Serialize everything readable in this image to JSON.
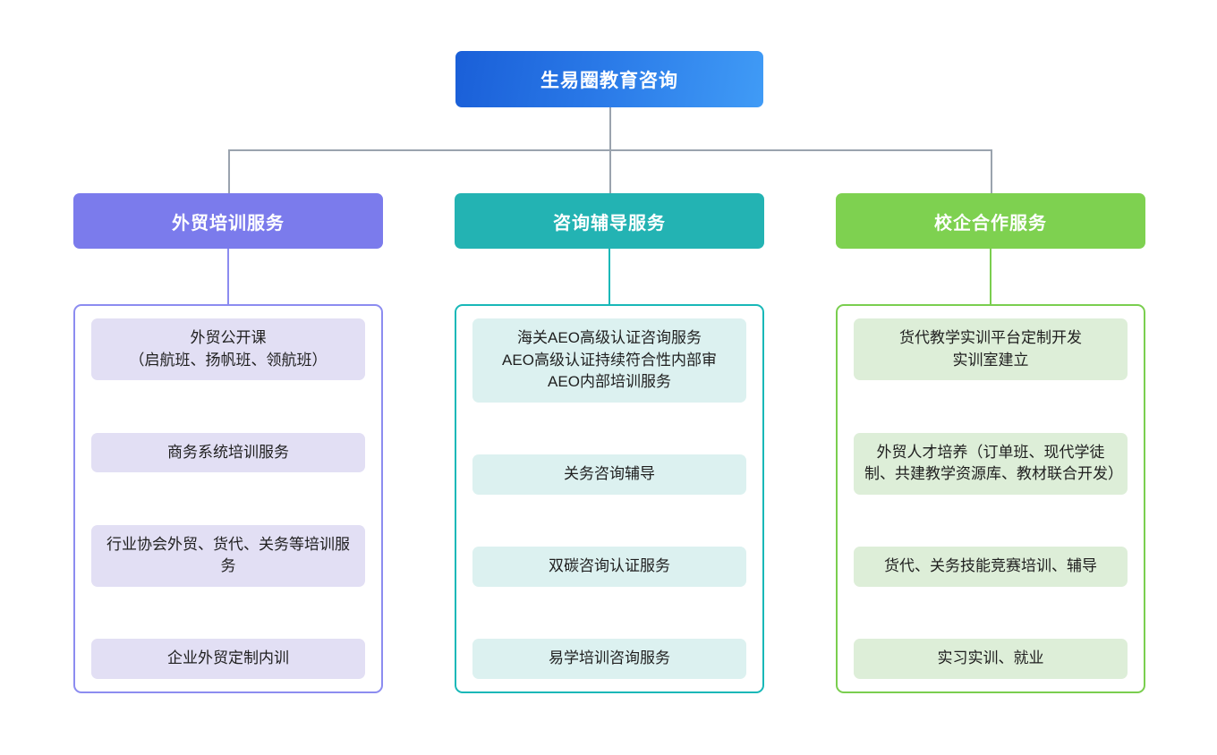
{
  "diagram": {
    "type": "organizational-tree",
    "root": {
      "label": "生易圈教育咨询",
      "color": "#2a7ae8",
      "gradient_from": "#1a5fd8",
      "gradient_to": "#409bf6"
    },
    "branches": [
      {
        "label": "外贸培训服务",
        "header_color": "#7b7bec",
        "border_color": "#8c8cf0",
        "card_color": "#e2dff4",
        "items": [
          "外贸公开课\n（启航班、扬帆班、领航班）",
          "商务系统培训服务",
          "行业协会外贸、货代、关务等培训服务",
          "企业外贸定制内训"
        ]
      },
      {
        "label": "咨询辅导服务",
        "header_color": "#23b3b3",
        "border_color": "#18b8b8",
        "card_color": "#dcf1f0",
        "items": [
          "海关AEO高级认证咨询服务\nAEO高级认证持续符合性内部审\nAEO内部培训服务",
          "关务咨询辅导",
          "双碳咨询认证服务",
          "易学培训咨询服务"
        ]
      },
      {
        "label": "校企合作服务",
        "header_color": "#7ed150",
        "border_color": "#7ace4f",
        "card_color": "#ddeed8",
        "items": [
          "货代教学实训平台定制开发\n实训室建立",
          "外贸人才培养（订单班、现代学徒制、共建教学资源库、教材联合开发）",
          "货代、关务技能竞赛培训、辅导",
          "实习实训、就业"
        ]
      }
    ],
    "connector_color": "#9aa3ae"
  }
}
